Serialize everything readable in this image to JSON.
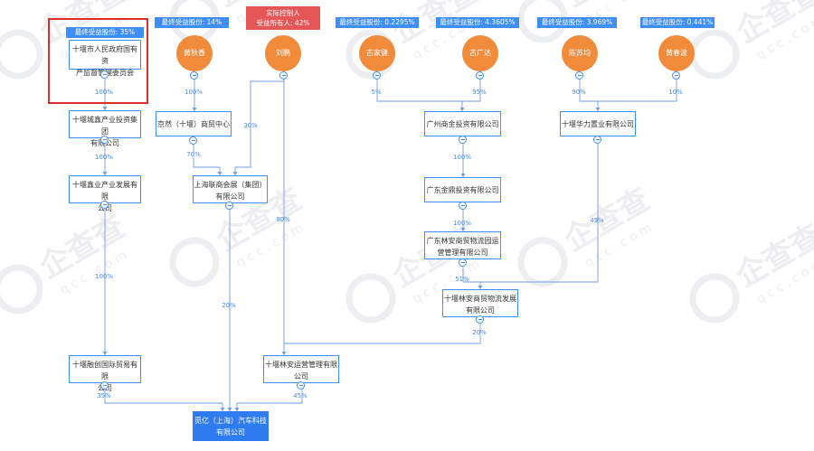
{
  "persons": {
    "p1": {
      "name": "黄秋香",
      "tag": "最终受益股份: 14%"
    },
    "p2": {
      "name": "刘鹏",
      "tag_line1": "实际控制人",
      "tag_line2": "受益所有人: 42%"
    },
    "p3": {
      "name": "古家健",
      "tag": "最终受益股份: 0.2295%"
    },
    "p4": {
      "name": "古广达",
      "tag": "最终受益股份: 4.3605%"
    },
    "p5": {
      "name": "陈苏均",
      "tag": "最终受益股份: 3.969%"
    },
    "p6": {
      "name": "黄春波",
      "tag": "最终受益股份: 0.441%"
    }
  },
  "companies": {
    "gov": {
      "line1": "十堰市人民政府国有资",
      "line2": "产监督管理委员会",
      "tag": "最终受益股份: 35%"
    },
    "chengxin": {
      "line1": "十堰城鑫产业投资集团",
      "line2": "有限公司"
    },
    "xinye": {
      "line1": "十堰鑫业产业发展有限",
      "line2": "公司"
    },
    "haichuang": {
      "line1": "十堰融创国际贸易有限",
      "line2": "公司"
    },
    "jingran": {
      "line1": "京然（十堰）商贸中心",
      "line2": ""
    },
    "lianshang": {
      "line1": "上海联商会展（集团）",
      "line2": "有限公司"
    },
    "linan_yy": {
      "line1": "十堰林安运营管理有限",
      "line2": "公司"
    },
    "gzshangjin": {
      "line1": "广州商金投资有限公司",
      "line2": ""
    },
    "gdjinding": {
      "line1": "广东金鼎投资有限公司",
      "line2": ""
    },
    "gdlinan": {
      "line1": "广东林安商贸物流园运",
      "line2": "营管理有限公司"
    },
    "hualu": {
      "line1": "十堰华力置业有限公司",
      "line2": ""
    },
    "linan_wl": {
      "line1": "十堰林安商贸物流发展",
      "line2": "有限公司"
    },
    "target": {
      "line1": "觅亿（上海）汽车科技",
      "line2": "有限公司"
    }
  },
  "percentages": {
    "gov_chengxin": "100%",
    "chengxin_xinye": "100%",
    "xinye_haichuang": "100%",
    "haichuang_target": "35%",
    "p1_jingran": "100%",
    "p2_lianshang": "30%",
    "jingran_lianshang": "70%",
    "lianshang_target": "20%",
    "p2_linan": "80%",
    "linanwl_linan": "20%",
    "linan_target": "45%",
    "p3_gz": "5%",
    "p4_gz": "95%",
    "gz_jd": "100%",
    "jd_gd": "100%",
    "gd_wl": "51%",
    "hl_wl": "49%",
    "p5_hl": "90%",
    "p6_hl": "10%"
  },
  "colors": {
    "edge": "#6f9ee8",
    "box_border": "#3e8ef7",
    "person": "#ef8b3b",
    "controller": "#e55656",
    "highlight": "#e02b2b",
    "watermark": "#eceef1"
  },
  "watermark": {
    "brand": "企查查",
    "domain": "qcc.com"
  }
}
